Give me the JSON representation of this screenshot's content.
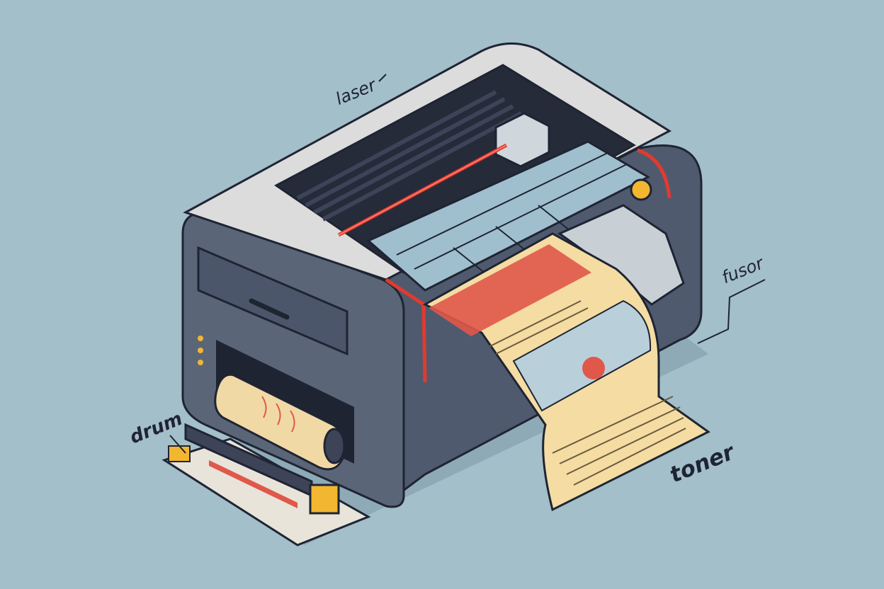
{
  "labels": {
    "laser": "laser",
    "fusor": "fusor",
    "drum": "drum",
    "toner": "toner"
  },
  "colors": {
    "background": "#a3bfc9",
    "body_dark": "#5b6578",
    "body_light": "#dcdcdc",
    "outline": "#1f2433",
    "laser_red": "#e23a2e",
    "paper": "#f4dca3",
    "print_red": "#e0584a",
    "accent_yellow": "#f2b630",
    "drum_cream": "#f1d9a6"
  },
  "icons": [
    "laser-beam",
    "drum-roller",
    "toner-cartridge",
    "paper-sheet",
    "fuser-unit"
  ]
}
